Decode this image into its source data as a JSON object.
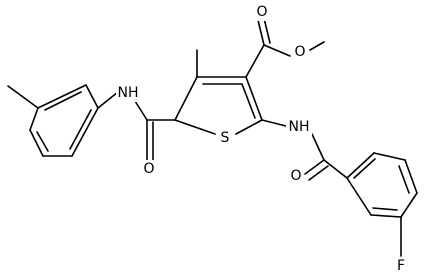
{
  "atom_labels": {
    "o_ester_carbonyl": "O",
    "o_ester_methoxy": "O",
    "nh_anilide": "NH",
    "o_anilide": "O",
    "s_thiophene": "S",
    "nh_benzamide": "NH",
    "o_benzamide": "O",
    "f_fluoro": "F"
  }
}
